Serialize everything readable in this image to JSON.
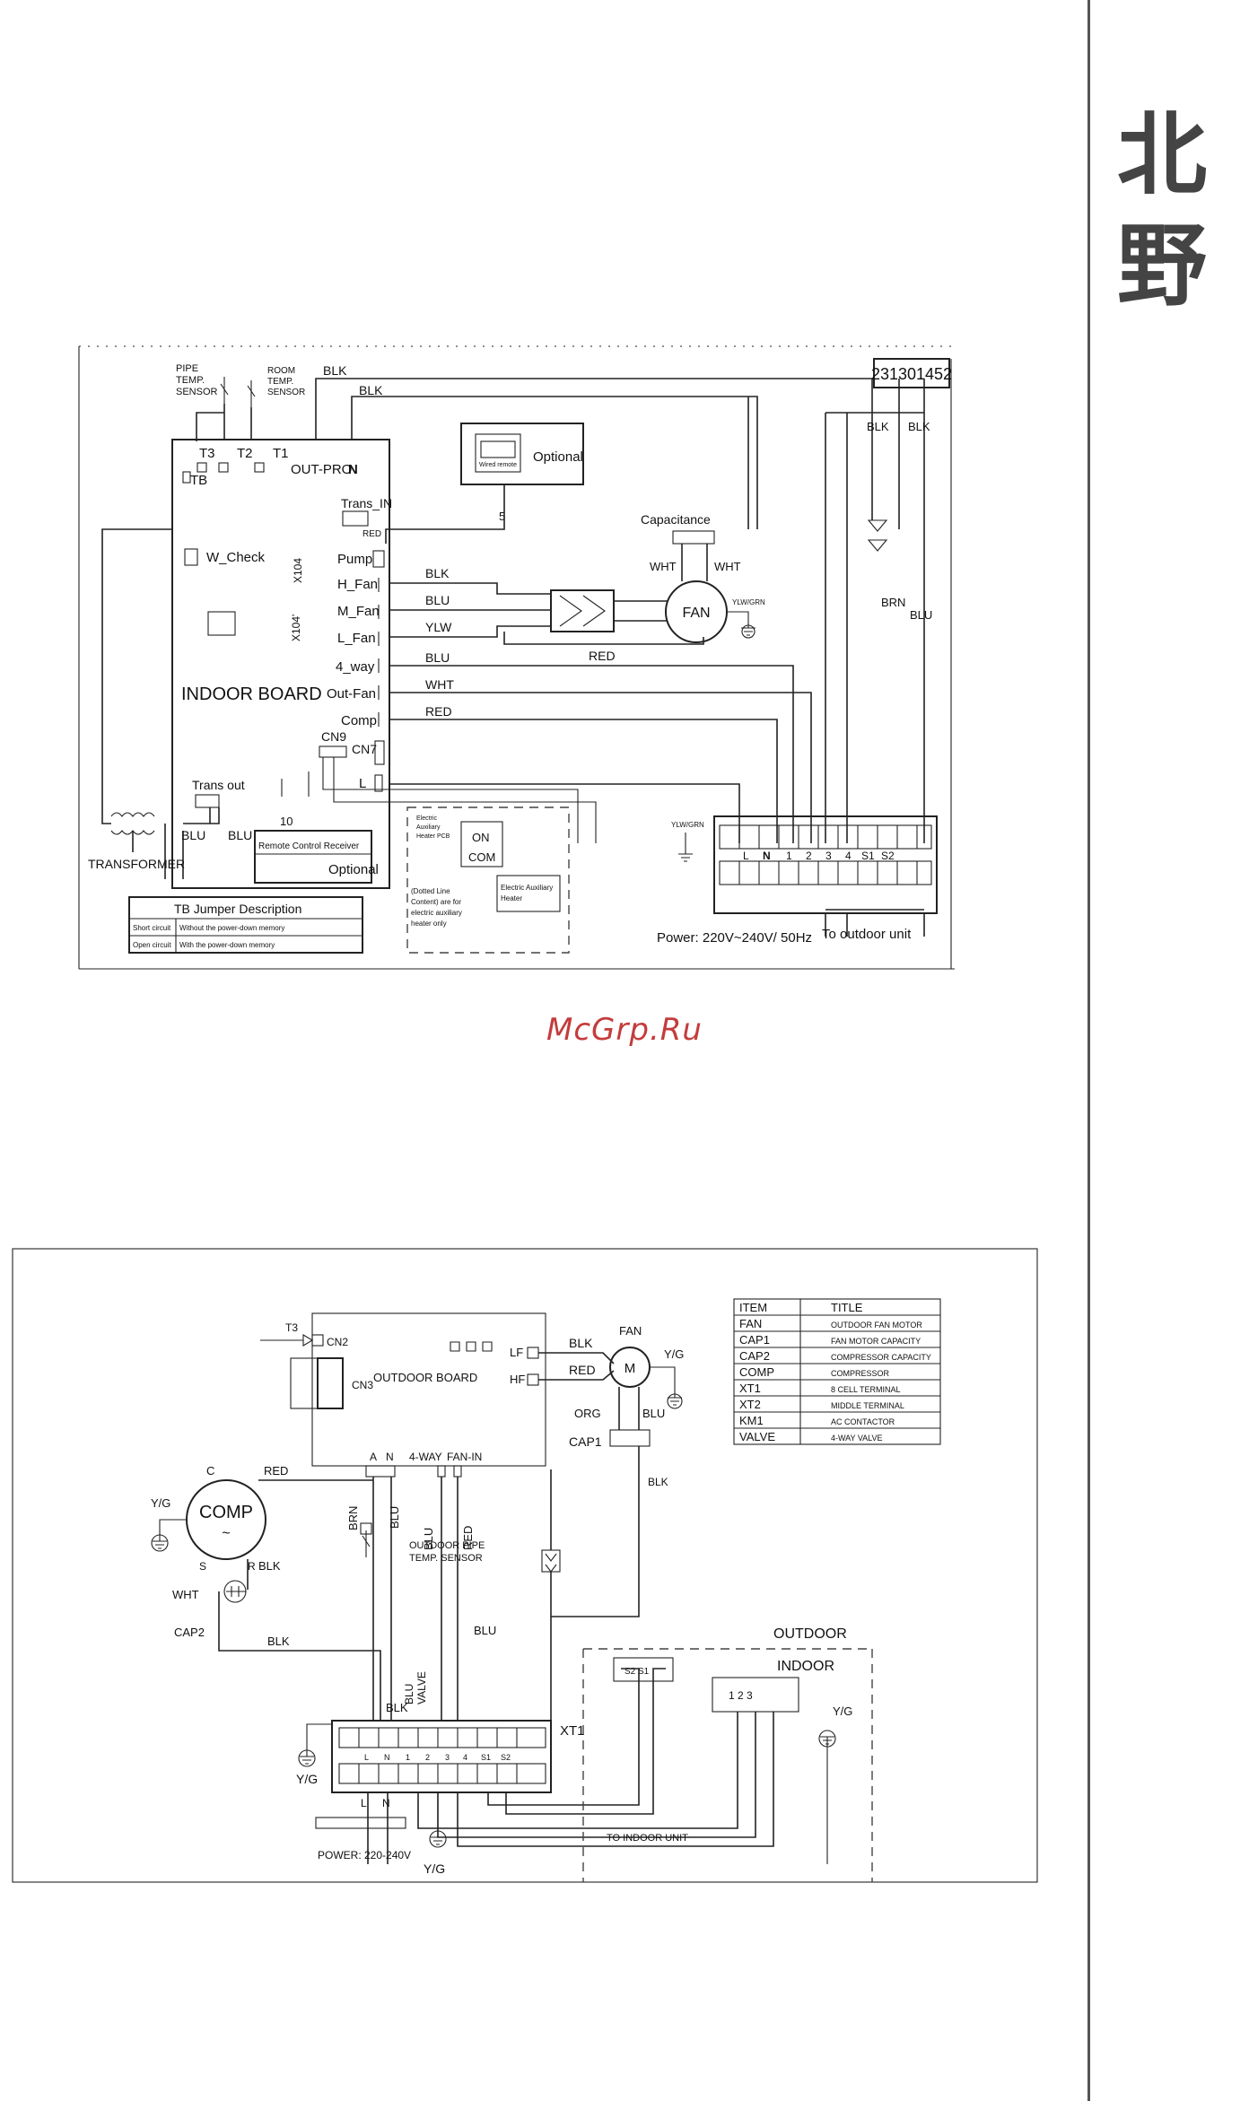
{
  "side_title": [
    "北",
    "野"
  ],
  "watermark": "McGrp.Ru",
  "indoor": {
    "code": "231301452",
    "pipe_sensor": [
      "PIPE",
      "TEMP.",
      "SENSOR"
    ],
    "room_sensor": [
      "ROOM",
      "TEMP.",
      "SENSOR"
    ],
    "t3": "T3",
    "t2": "T2",
    "t1": "T1",
    "tb": "TB",
    "out_pro": "OUT-PRO",
    "n": "N",
    "blk": "BLK",
    "blu": "BLU",
    "ylw": "YLW",
    "wht": "WHT",
    "red": "RED",
    "brn": "BRN",
    "wired_remote": "Wired remote",
    "optional": "Optional",
    "five": "5",
    "trans_in": "Trans_IN",
    "w_check": "W_Check",
    "pump": "Pump",
    "x104": "X104",
    "x104b": "X104'",
    "h_fan": "H_Fan",
    "m_fan": "M_Fan",
    "l_fan": "L_Fan",
    "four_way": "4_way",
    "out_fan": "Out-Fan",
    "comp": "Comp",
    "indoor_board": "INDOOR BOARD",
    "cn9": "CN9",
    "cn7": "CN7",
    "l": "L",
    "trans_out": "Trans out",
    "transformer": "TRANSFORMER",
    "ten": "10",
    "remote_receiver": "Remote Control Receiver",
    "capacitance": "Capacitance",
    "fan": "FAN",
    "ylw_grn": "YLW/GRN",
    "on": "ON",
    "com": "COM",
    "aux_pcb": [
      "Electric",
      "Auxiliary",
      "Heater PCB"
    ],
    "dotted_note": [
      "(Dotted Line",
      "Content) are for",
      "electric auxiliary",
      "heater only"
    ],
    "aux_heater": [
      "Electric Auxiliary",
      "Heater"
    ],
    "term_labels": [
      "L",
      "N",
      "1",
      "2",
      "3",
      "4",
      "S1",
      "S2"
    ],
    "power": "Power:  220V~240V/ 50Hz",
    "to_outdoor": "To outdoor unit",
    "tb_title": "TB Jumper Description",
    "tb_rows": [
      {
        "k": "Short circuit",
        "v": "Without the power-down memory"
      },
      {
        "k": "Open circuit",
        "v": "With the power-down memory"
      }
    ]
  },
  "outdoor": {
    "t3": "T3",
    "cn2": "CN2",
    "cn3": "CN3",
    "board": "OUTDOOR BOARD",
    "lf": "LF",
    "hf": "HF",
    "blk": "BLK",
    "red": "RED",
    "fan": "FAN",
    "m": "M",
    "yg": "Y/G",
    "org": "ORG",
    "blu": "BLU",
    "cap1": "CAP1",
    "a": "A",
    "n": "N",
    "four_way": "4-WAY",
    "fan_in": "FAN-IN",
    "brn": "BRN",
    "valve": "VALVE",
    "comp": "COMP",
    "c": "C",
    "s": "S",
    "r": "R",
    "wht": "WHT",
    "cap2": "CAP2",
    "pipe_sensor": [
      "OUTDOOR PIPE",
      "TEMP. SENSOR"
    ],
    "xt1": "XT1",
    "term_labels": [
      "L",
      "N",
      "1",
      "2",
      "3",
      "4",
      "S1",
      "S2"
    ],
    "s2s1": "S2  S1",
    "nums": "1   2   3",
    "outdoor_label": "OUTDOOR",
    "indoor_label": "INDOOR",
    "power": "POWER:  220-240V",
    "to_indoor": "TO INDOOR UNIT",
    "legend": [
      {
        "item": "ITEM",
        "title": "TITLE"
      },
      {
        "item": "FAN",
        "title": "OUTDOOR FAN MOTOR"
      },
      {
        "item": "CAP1",
        "title": "FAN MOTOR CAPACITY"
      },
      {
        "item": "CAP2",
        "title": "COMPRESSOR CAPACITY"
      },
      {
        "item": "COMP",
        "title": "COMPRESSOR"
      },
      {
        "item": "XT1",
        "title": "8 CELL TERMINAL"
      },
      {
        "item": "XT2",
        "title": "MIDDLE TERMINAL"
      },
      {
        "item": "KM1",
        "title": "AC CONTACTOR"
      },
      {
        "item": "VALVE",
        "title": "4-WAY VALVE"
      }
    ]
  }
}
